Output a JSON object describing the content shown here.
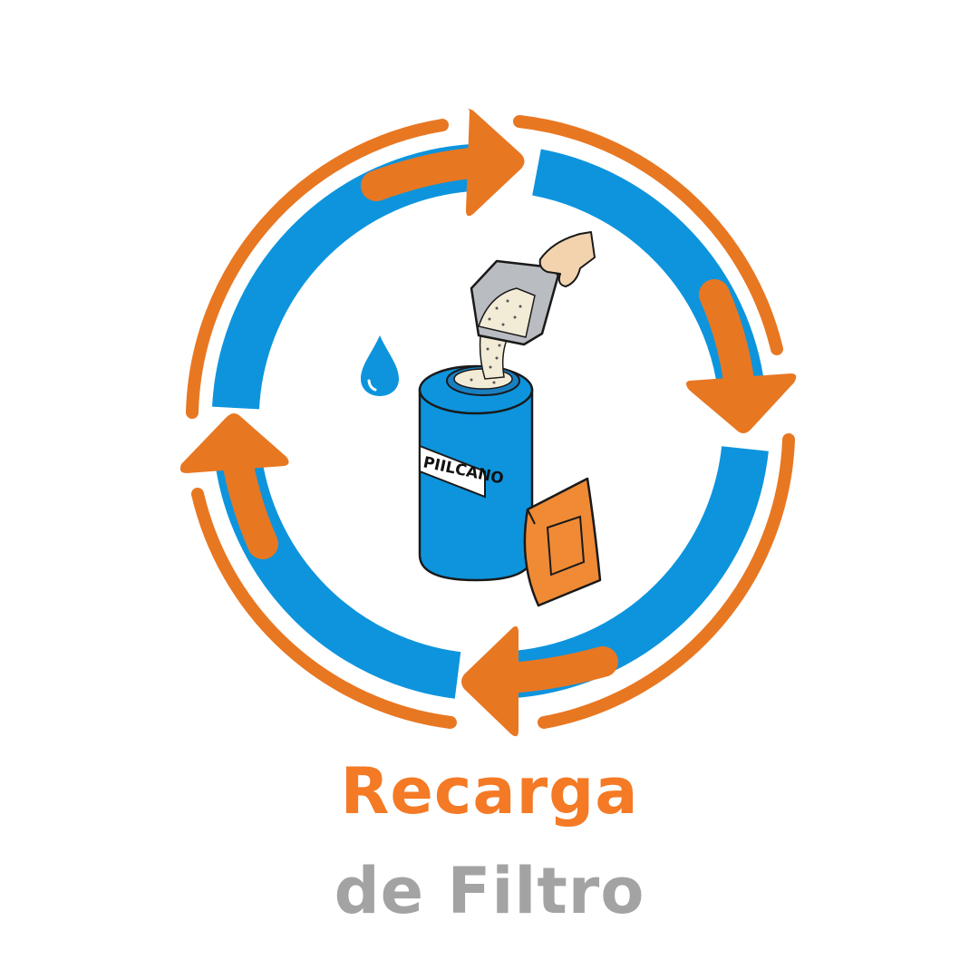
{
  "title": {
    "line1": "Recarga",
    "line2": "de Filtro"
  },
  "illustration": {
    "tank_label": "PIILCANO",
    "icons": [
      "recycle-cycle-icon",
      "water-drop-icon",
      "filter-tank-icon",
      "scoop-hand-icon",
      "media-bag-icon"
    ]
  },
  "colors": {
    "orange": "#e87722",
    "blue": "#0d94dd",
    "title_orange": "#f47a25",
    "title_gray": "#a3a3a3"
  }
}
